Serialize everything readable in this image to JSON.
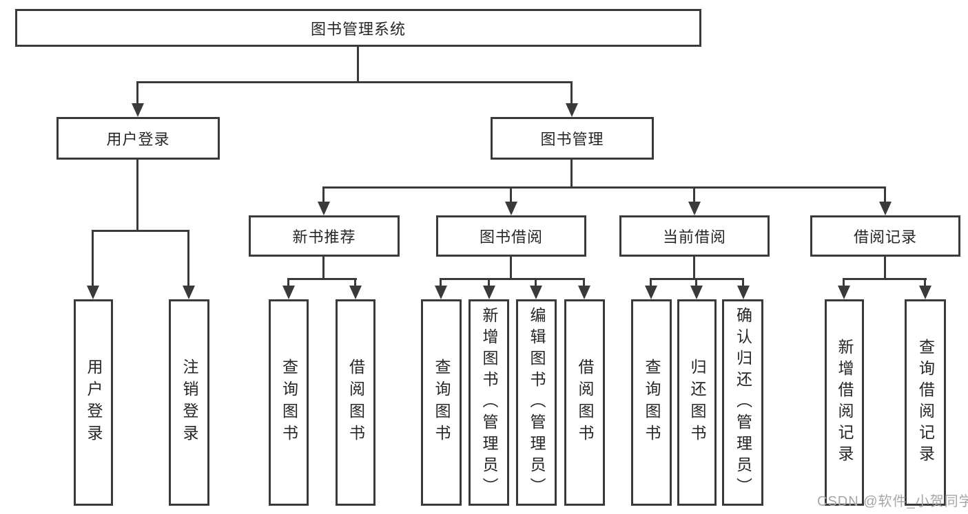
{
  "colors": {
    "line": "#3a3a3a",
    "text": "#262626",
    "watermark": "#a6a6a6",
    "background": "#ffffff"
  },
  "watermark": {
    "text": "CSDN @软件_小贺同学"
  },
  "tree": {
    "root": {
      "label": "图书管理系统"
    },
    "branches": [
      {
        "label": "用户登录",
        "leaves": [
          {
            "label": "用户登录"
          },
          {
            "label": "注销登录"
          }
        ]
      },
      {
        "label": "图书管理",
        "groups": [
          {
            "label": "新书推荐",
            "leaves": [
              {
                "label": "查询图书"
              },
              {
                "label": "借阅图书"
              }
            ]
          },
          {
            "label": "图书借阅",
            "leaves": [
              {
                "label": "查询图书"
              },
              {
                "label": "新增图书（管理员）"
              },
              {
                "label": "编辑图书（管理员）"
              },
              {
                "label": "借阅图书"
              }
            ]
          },
          {
            "label": "当前借阅",
            "leaves": [
              {
                "label": "查询图书"
              },
              {
                "label": "归还图书"
              },
              {
                "label": "确认归还（管理员）"
              }
            ]
          },
          {
            "label": "借阅记录",
            "leaves": [
              {
                "label": "新增借阅记录"
              },
              {
                "label": "查询借阅记录"
              }
            ]
          }
        ]
      }
    ]
  }
}
